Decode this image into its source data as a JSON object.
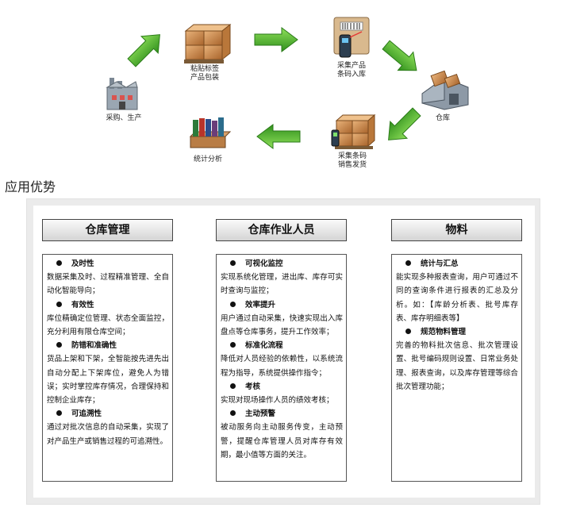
{
  "flow": {
    "nodes": [
      {
        "id": "purchase",
        "label": "采购、生产",
        "icon": "factory-icon"
      },
      {
        "id": "label_pack",
        "label": "粘贴标签\n产品包装",
        "icon": "boxes-pallet-icon"
      },
      {
        "id": "scan_in",
        "label": "采集产品\n条码入库",
        "icon": "barcode-scanner-icon"
      },
      {
        "id": "warehouse",
        "label": "仓库",
        "icon": "warehouse-icon"
      },
      {
        "id": "scan_out",
        "label": "采集条码\n销售发货",
        "icon": "boxes-scanner-icon"
      },
      {
        "id": "stats",
        "label": "统计分析",
        "icon": "books-icon"
      }
    ]
  },
  "section_title": "应用优势",
  "columns": [
    {
      "title": "仓库管理",
      "items": [
        {
          "title": "及时性",
          "desc": "数据采集及时、过程精准管理、全自动化智能导向；"
        },
        {
          "title": "有效性",
          "desc": "库位精确定位管理、状态全面监控，充分利用有限仓库空间；"
        },
        {
          "title": "防错和准确性",
          "desc": "货品上架和下架，全智能按先进先出自动分配上下架库位，避免人为错误；实时掌控库存情况，合理保持和控制企业库存；"
        },
        {
          "title": "可追溯性",
          "desc": "通过对批次信息的自动采集，实现了对产品生产或销售过程的可追溯性。"
        }
      ]
    },
    {
      "title": "仓库作业人员",
      "items": [
        {
          "title": "可视化监控",
          "desc": "实现系统化管理，进出库、库存可实时查询与监控；"
        },
        {
          "title": "效率提升",
          "desc": "用户通过自动采集，快速实现出入库盘点等仓库事务，提升工作效率；"
        },
        {
          "title": "标准化流程",
          "desc": "降低对人员经验的依赖性，以系统流程为指导，系统提供操作指令；"
        },
        {
          "title": "考核",
          "desc": "实现对现场操作人员的绩效考核；"
        },
        {
          "title": "主动预警",
          "desc": "被动服务向主动服务传变，主动预警，提醒仓库管理人员对库存有效期，最小值等方面的关注。"
        }
      ]
    },
    {
      "title": "物料",
      "items": [
        {
          "title": "统计与汇总",
          "desc": "能实现多种报表查询，用户可通过不同的查询条件进行报表的汇总及分析。如：【库龄分析表、批号库存表、库存明细表等】"
        },
        {
          "title": "规范物料管理",
          "desc": "完善的物料批次信息、批次管理设置、批号编码规则设置、日常业务处理、报表查询，以及库存管理等综合批次管理功能；"
        }
      ]
    }
  ],
  "colors": {
    "arrow_green": "#4caf2a",
    "arrow_dark": "#2e7d1a",
    "box_brown": "#c8874a"
  }
}
